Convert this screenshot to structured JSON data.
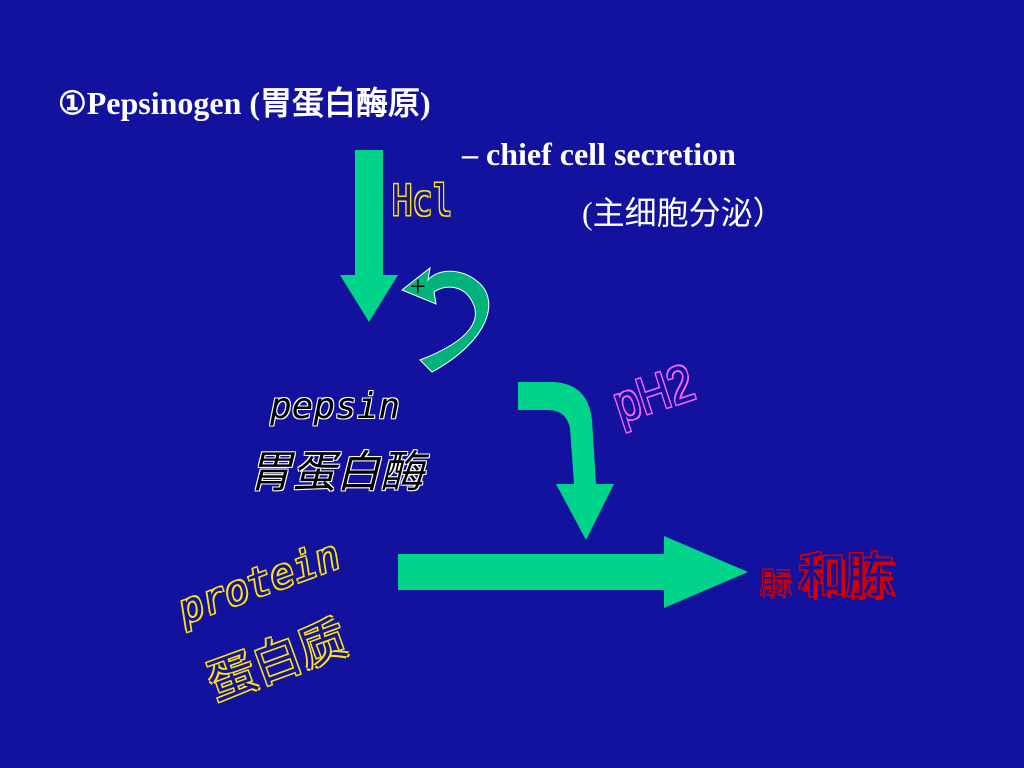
{
  "slide": {
    "title": "①Pepsinogen (胃蛋白酶原)",
    "subtitle": "– chief cell secretion",
    "chinese_note": "(主细胞分泌）",
    "hcl_label": "Hcl",
    "plus_sign": "+",
    "pepsin_en": "pepsin",
    "pepsin_zh": "胃蛋白酶",
    "ph_label": "pH2",
    "protein_en": "protein",
    "protein_zh": "蛋白质",
    "products_small": "月示",
    "products_label": "和胨"
  },
  "colors": {
    "background": "#12129e",
    "arrow": "#00d48a",
    "curved_arrow": "#00b37a",
    "hcl_outline": "#ffe600",
    "ph_outline": "#ff66ff",
    "products_outline": "#d10000"
  },
  "icons": {
    "down_arrow": "down-arrow-icon",
    "curved_arrow": "curved-feedback-arrow-icon",
    "bent_arrow": "bent-down-arrow-icon",
    "right_arrow": "right-arrow-icon"
  }
}
